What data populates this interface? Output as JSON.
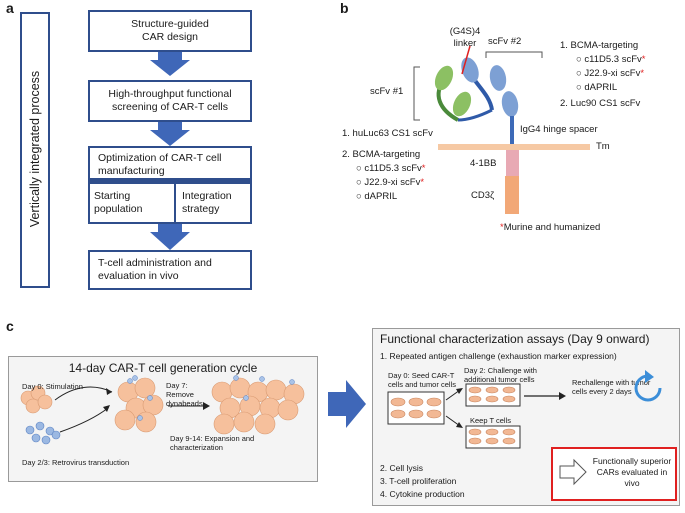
{
  "panel_a": {
    "letter": "a",
    "vertical_label": "Vertically integrated process",
    "steps": [
      "Structure-guided CAR design",
      "High-throughput functional screening of CAR-T cells",
      "Optimization of CAR-T cell manufacturing",
      "T-cell administration and evaluation in vivo"
    ],
    "sub_steps": [
      "Starting population",
      "Integration strategy"
    ]
  },
  "panel_b": {
    "letter": "b",
    "linker_label": "(G4S)4 linker",
    "scfv1_label": "scFv #1",
    "scfv2_label": "scFv #2",
    "left_list": {
      "item1": "1.  huLuc63 CS1 scFv",
      "item2": "2.  BCMA-targeting",
      "subitems": [
        "c11D5.3 scFv",
        "J22.9-xi scFv",
        "dAPRIL"
      ]
    },
    "right_list": {
      "item1": "1.  BCMA-targeting",
      "subitems": [
        "c11D5.3 scFv",
        "J22.9-xi scFv",
        "dAPRIL"
      ],
      "item2": "2.  Luc90 CS1 scFv"
    },
    "hinge_label": "IgG4 hinge spacer",
    "tm_label": "Tm",
    "costim_label": "4-1BB",
    "cd3z_label": "CD3ζ",
    "asterisk": "*",
    "footnote": "Murine and humanized",
    "colors": {
      "green": "#8cc063",
      "blue": "#7da0d4",
      "hinge": "#3d6ab8",
      "tm": "#f6c9a4",
      "fourbb": "#e8a9b4",
      "cd3z": "#f2a877"
    }
  },
  "panel_c": {
    "letter": "c",
    "left": {
      "title": "14-day CAR-T cell generation cycle",
      "day0": "Day 0: Stimulation",
      "day23": "Day 2/3: Retrovirus transduction",
      "day7": "Day 7: Remove dynabeads",
      "day914": "Day 9-14: Expansion and characterization"
    },
    "right": {
      "title": "Functional characterization assays (Day 9 onward)",
      "item1": "1.    Repeated antigen challenge (exhaustion marker expression)",
      "day0_seed": "Day 0: Seed CAR-T cells and tumor cells",
      "day2_challenge": "Day 2: Challenge with additional tumor cells",
      "rechallenge": "Rechallenge with tumor cells every 2 days",
      "keep": "Keep T cells",
      "item2": "2.    Cell lysis",
      "item3": "3.    T-cell proliferation",
      "item4": "4.    Cytokine production",
      "outcome": "Functionally superior CARs evaluated in vivo"
    }
  }
}
